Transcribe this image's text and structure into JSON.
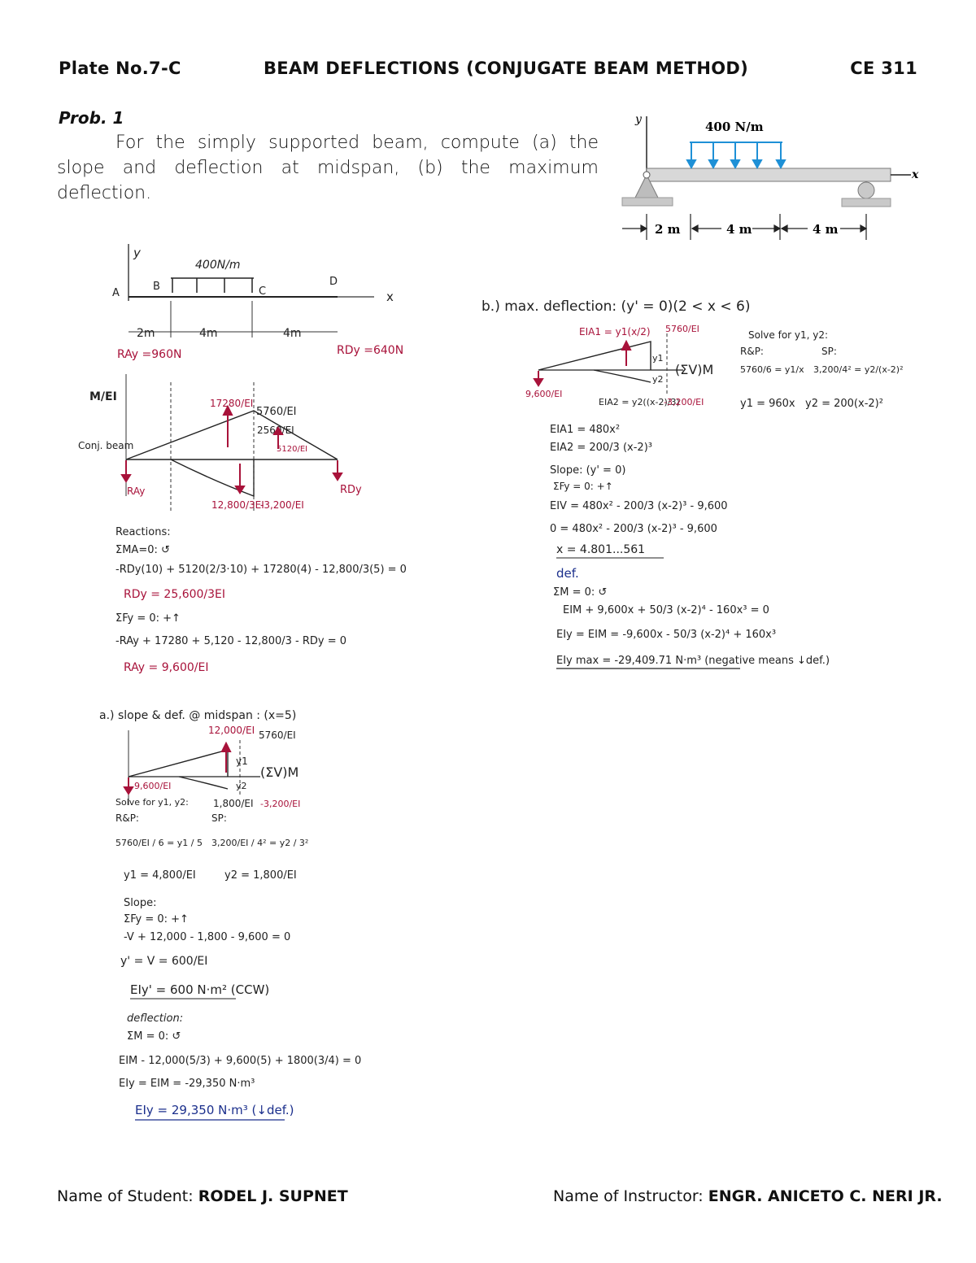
{
  "header": {
    "plate": "Plate No.7-C",
    "title": "BEAM DEFLECTIONS (CONJUGATE BEAM METHOD)",
    "course": "CE 311"
  },
  "problem": {
    "label": "Prob. 1",
    "statement": "For the simply supported beam, compute (a) the slope and deflection at midspan, (b) the maximum deflection."
  },
  "figure": {
    "load": "400 N/m",
    "axis_y": "y",
    "axis_x": "x",
    "dim1": "2 m",
    "dim2": "4 m",
    "dim3": "4 m"
  },
  "left_work": {
    "beam": {
      "y": "y",
      "x": "x",
      "A": "A",
      "B": "B",
      "C": "C",
      "D": "D",
      "load": "400N/m",
      "d1": "2m",
      "d2": "4m",
      "d3": "4m",
      "RAy": "RAy =960N",
      "RDy": "RDy =640N"
    },
    "conj": {
      "m_over_ei": "M/EI",
      "label": "Conj. beam",
      "v1": "17280/EI",
      "v2": "5760/EI",
      "v3": "2560/EI",
      "v4": "5120/EI",
      "v5": "12,800/3EI",
      "v6": "-3,200/EI",
      "RAy": "RAy",
      "RDy": "RDy"
    },
    "reactions": [
      "Reactions:",
      "ΣMA=0: ↺",
      "-RDy(10) + 5120(2/3·10) + 17280(4) - 12,800/3(5) = 0",
      "RDy = 25,600/3EI",
      "ΣFy = 0: +↑",
      "-RAy + 17280 + 5,120 - 12,800/3 - RDy = 0",
      "RAy = 9,600/EI"
    ],
    "part_a": {
      "title": "a.) slope & def. @ midspan : (x=5)",
      "fig_labels": [
        "12,000/EI",
        "5760/EI",
        "9,600/EI",
        "y1",
        "y2",
        "1,800/EI",
        "-3,200/EI",
        "(ΣV)M"
      ],
      "solve": "Solve for y1, y2:",
      "rp": "R&P:",
      "sp": "SP:",
      "ratio1": "5760/EI / 6 = y1 / 5",
      "ratio2": "3,200/EI / 4² = y2 / 3²",
      "y1": "y1 = 4,800/EI",
      "y2": "y2 = 1,800/EI",
      "slope_head": "Slope:",
      "sumfy": "ΣFy = 0: +↑",
      "eq1": "-V + 12,000 - 1,800 - 9,600 = 0",
      "eq2": "y' = V = 600/EI",
      "eq3": "EIy' = 600 N·m² (CCW)",
      "defl_head": "deflection:",
      "summ": "ΣM = 0: ↺",
      "eq4": "EIM - 12,000(5/3) + 9,600(5) + 1800(3/4) = 0",
      "eq5": "EIy = EIM = -29,350 N·m³",
      "eq6": "EIy = 29,350 N·m³ (↓def.)"
    }
  },
  "right_work": {
    "title": "b.) max. deflection: (y' = 0)(2 < x < 6)",
    "fig_labels": [
      "EIA1 = y1(x/2)",
      "5760/EI",
      "9,600/EI",
      "EIA2 = y2((x-2)/3)",
      "-3,200/EI",
      "y1",
      "y2",
      "(ΣV)M"
    ],
    "solve": "Solve for y1, y2:",
    "rp": "R&P:",
    "sp": "SP:",
    "ratio1": "5760/6 = y1/x",
    "ratio2": "3,200/4² = y2/(x-2)²",
    "y1": "y1 = 960x",
    "y2": "y2 = 200(x-2)²",
    "lines": [
      "EIA1 = 480x²",
      "EIA2 = 200/3 (x-2)³",
      "Slope: (y' = 0)",
      "ΣFy = 0: +↑",
      "EIV = 480x² - 200/3 (x-2)³ - 9,600",
      "0 = 480x² - 200/3 (x-2)³ - 9,600",
      "x = 4.801...561",
      "def.",
      "ΣM = 0: ↺",
      "EIM + 9,600x + 50/3 (x-2)⁴ - 160x³ = 0",
      "EIy = EIM = -9,600x - 50/3 (x-2)⁴ + 160x³",
      "EIy max = -29,409.71 N·m³ (negative means ↓def.)"
    ]
  },
  "footer": {
    "student_label": "Name of Student: ",
    "student": "RODEL J. SUPNET",
    "instructor_label": "Name of Instructor: ",
    "instructor": "ENGR. ANICETO C. NERI JR."
  }
}
